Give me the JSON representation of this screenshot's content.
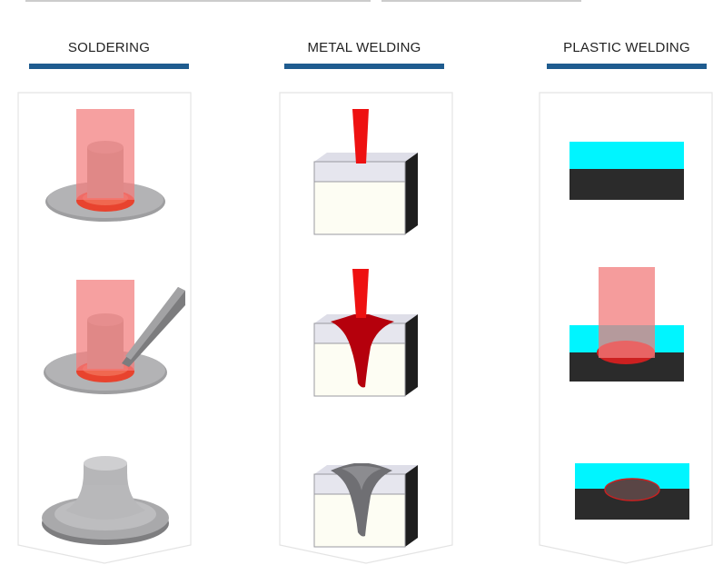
{
  "columns": [
    {
      "title": "SOLDERING"
    },
    {
      "title": "METAL WELDING"
    },
    {
      "title": "PLASTIC WELDING"
    }
  ],
  "colors": {
    "accent_bar": "#1f5c8f",
    "laser": "#f27b7b",
    "laser_core": "#ee1111",
    "melt": "#ee3322",
    "cyan_layer": "#00f5ff",
    "dark_layer": "#2b2b2b",
    "metal_grey": "#a9a9ab",
    "block_face": "#fdfdf3"
  }
}
